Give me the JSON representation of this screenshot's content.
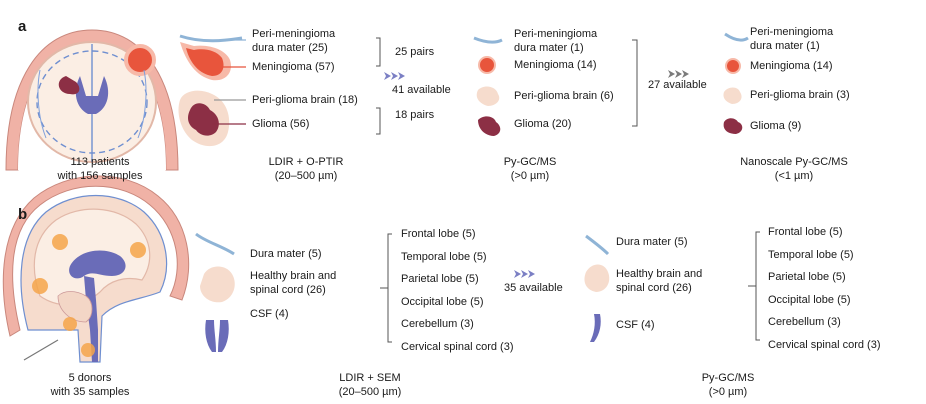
{
  "panel_a": {
    "letter": "a",
    "patients": "113 patients",
    "samples": "with 156 samples",
    "method1": {
      "name": "LDIR + O-PTIR",
      "range": "(20–500 µm)"
    },
    "method2": {
      "name": "Py-GC/MS",
      "range": "(>0 µm)"
    },
    "method3": {
      "name": "Nanoscale Py-GC/MS",
      "range": "(<1 µm)"
    },
    "col1": {
      "peri_men_l1": "Peri-meningioma",
      "peri_men_l2": "dura mater (25)",
      "men": "Meningioma (57)",
      "peri_gli": "Peri-glioma brain (18)",
      "gli": "Glioma (56)"
    },
    "pairs_top": "25 pairs",
    "available_1": "41 available",
    "pairs_bottom": "18 pairs",
    "col2": {
      "peri_men_l1": "Peri-meningioma",
      "peri_men_l2": "dura mater (1)",
      "men": "Meningioma (14)",
      "peri_gli": "Peri-glioma brain (6)",
      "gli": "Glioma (20)"
    },
    "available_2": "27 available",
    "col3": {
      "peri_men_l1": "Peri-meningioma",
      "peri_men_l2": "dura mater (1)",
      "men": "Meningioma (14)",
      "peri_gli": "Peri-glioma brain (3)",
      "gli": "Glioma (9)"
    }
  },
  "panel_b": {
    "letter": "b",
    "donors": "5 donors",
    "samples": "with 35 samples",
    "method1": {
      "name": "LDIR + SEM",
      "range": "(20–500 µm)"
    },
    "method2": {
      "name": "Py-GC/MS",
      "range": "(>0 µm)"
    },
    "col1": {
      "dura": "Dura mater (5)",
      "brain_l1": "Healthy brain and",
      "brain_l2": "spinal cord (26)",
      "csf": "CSF (4)"
    },
    "regions1": [
      "Frontal lobe (5)",
      "Temporal lobe (5)",
      "Parietal lobe (5)",
      "Occipital lobe (5)",
      "Cerebellum (3)",
      "Cervical spinal cord (3)"
    ],
    "available": "35 available",
    "col2": {
      "dura": "Dura mater (5)",
      "brain_l1": "Healthy brain and",
      "brain_l2": "spinal cord (26)",
      "csf": "CSF (4)"
    },
    "regions2": [
      "Frontal lobe (5)",
      "Temporal lobe (5)",
      "Parietal lobe (5)",
      "Occipital lobe (5)",
      "Cerebellum (3)",
      "Cervical spinal cord (3)"
    ]
  },
  "colors": {
    "dura": "#8fb4d6",
    "meningioma": "#e8553c",
    "meningioma_halo": "#f7b9a8",
    "brain_tissue": "#f6dccd",
    "glioma": "#8c2f45",
    "csf": "#6a6cb8",
    "arrow": "#7b7fc4",
    "arrow_gray": "#7a7a7a",
    "skull": "#f0b2a6",
    "bracket": "#555555"
  }
}
